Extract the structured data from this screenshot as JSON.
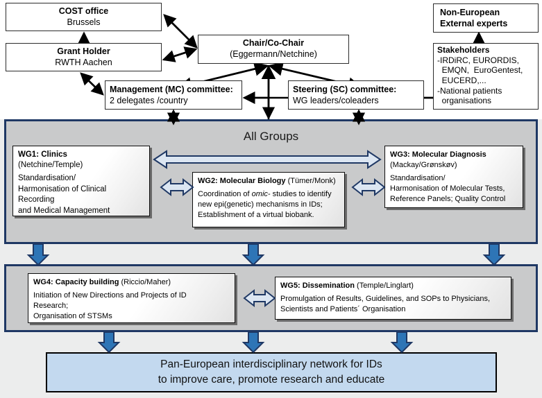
{
  "governance": {
    "cost_office": {
      "title": "COST office",
      "sub": "Brussels"
    },
    "grant_holder": {
      "title": "Grant Holder",
      "sub": "RWTH Aachen"
    },
    "chair": {
      "title": "Chair/Co-Chair",
      "sub": "(Eggermann/Netchine)"
    },
    "mc": {
      "title": "Management (MC) committee:",
      "sub": "2 delegates /country"
    },
    "sc": {
      "title": "Steering (SC) committee:",
      "sub": "WG leaders/coleaders"
    },
    "non_european": {
      "line1": "Non-European",
      "line2": "External experts"
    },
    "stakeholders": {
      "title": "Stakeholders",
      "lines": [
        "-IRDiRC, EURORDIS,",
        "  EMQN,  EuroGentest,",
        "  EUCERD,...",
        "-National patients",
        "  organisations"
      ]
    }
  },
  "all_groups": {
    "title": "All Groups",
    "wg1": {
      "head_bold": "WG1: Clinics",
      "head_rest": "",
      "leads": "(Netchine/Temple)",
      "body": "Standardisation/\nHarmonisation of Clinical Recording\nand Medical Management"
    },
    "wg2": {
      "head_bold": "WG2: Molecular Biology",
      "head_rest": " (Tümer/Monk)",
      "body_pre": "Coordination of ",
      "body_em": "omic-",
      "body_post": " studies to identify new epi(genetic) mechanisms in IDs; Establishment of a virtual biobank."
    },
    "wg3": {
      "head_bold": "WG3: Molecular Diagnosis",
      "leads": "(Mackay/Grønskøv)",
      "body": "Standardisation/\nHarmonisation of Molecular Tests,\nReference Panels; Quality Control"
    }
  },
  "lower_groups": {
    "wg4": {
      "head_bold": "WG4: Capacity building",
      "head_rest": " (Riccio/Maher)",
      "body": "Initiation of New Directions and Projects of ID\nResearch;\nOrganisation of STSMs"
    },
    "wg5": {
      "head_bold": "WG5: Dissemination",
      "head_rest": " (Temple/Linglart)",
      "body": "Promulgation of Results, Guidelines, and SOPs to Physicians,\nScientists and Patients´ Organisation"
    }
  },
  "banner": {
    "line1": "Pan-European interdisciplinary network for IDs",
    "line2": "to improve care, promote research and educate"
  },
  "colors": {
    "navy_border": "#1f3864",
    "blue_arrow_fill": "#2e75b6",
    "hollow_arrow_fill": "#dce6f2",
    "panel_gray": "#c9cacb",
    "outer_gray": "#eceded",
    "banner_blue": "#c3d9ef",
    "black": "#000000"
  }
}
